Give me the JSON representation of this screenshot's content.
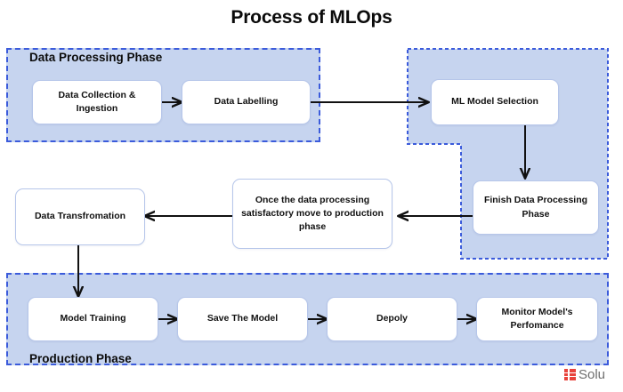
{
  "title": "Process of MLOps",
  "colors": {
    "panel_fill": "#c6d4ef",
    "panel_border": "#3b5bdb",
    "node_fill": "#ffffff",
    "node_border": "#b6c6ea",
    "arrow": "#111111",
    "text": "#111111",
    "watermark_mark": "#e8433c"
  },
  "phases": [
    {
      "id": "data-processing",
      "label": "Data Processing Phase"
    },
    {
      "id": "data-processing-right",
      "label": ""
    },
    {
      "id": "production",
      "label": "Production Phase"
    }
  ],
  "nodes": [
    {
      "id": "data-collection-ingestion",
      "label": "Data Collection & Ingestion"
    },
    {
      "id": "data-labelling",
      "label": "Data Labelling"
    },
    {
      "id": "ml-model-selection",
      "label": "ML Model Selection"
    },
    {
      "id": "finish-data-processing-phase",
      "label": "Finish Data Processing Phase"
    },
    {
      "id": "move-to-production",
      "label": "Once the data processing satisfactory move to production phase"
    },
    {
      "id": "data-transfromation",
      "label": "Data Transfromation"
    },
    {
      "id": "model-training",
      "label": "Model Training"
    },
    {
      "id": "save-the-model",
      "label": "Save The Model"
    },
    {
      "id": "depoly",
      "label": "Depoly"
    },
    {
      "id": "monitor-models-perfomance",
      "label": "Monitor Model's Perfomance"
    }
  ],
  "edges": [
    {
      "from": "data-collection-ingestion",
      "to": "data-labelling"
    },
    {
      "from": "data-labelling",
      "to": "ml-model-selection"
    },
    {
      "from": "ml-model-selection",
      "to": "finish-data-processing-phase"
    },
    {
      "from": "finish-data-processing-phase",
      "to": "move-to-production"
    },
    {
      "from": "move-to-production",
      "to": "data-transfromation"
    },
    {
      "from": "data-transfromation",
      "to": "model-training"
    },
    {
      "from": "model-training",
      "to": "save-the-model"
    },
    {
      "from": "save-the-model",
      "to": "depoly"
    },
    {
      "from": "depoly",
      "to": "monitor-models-perfomance"
    }
  ],
  "watermark": {
    "text": "Solu"
  }
}
